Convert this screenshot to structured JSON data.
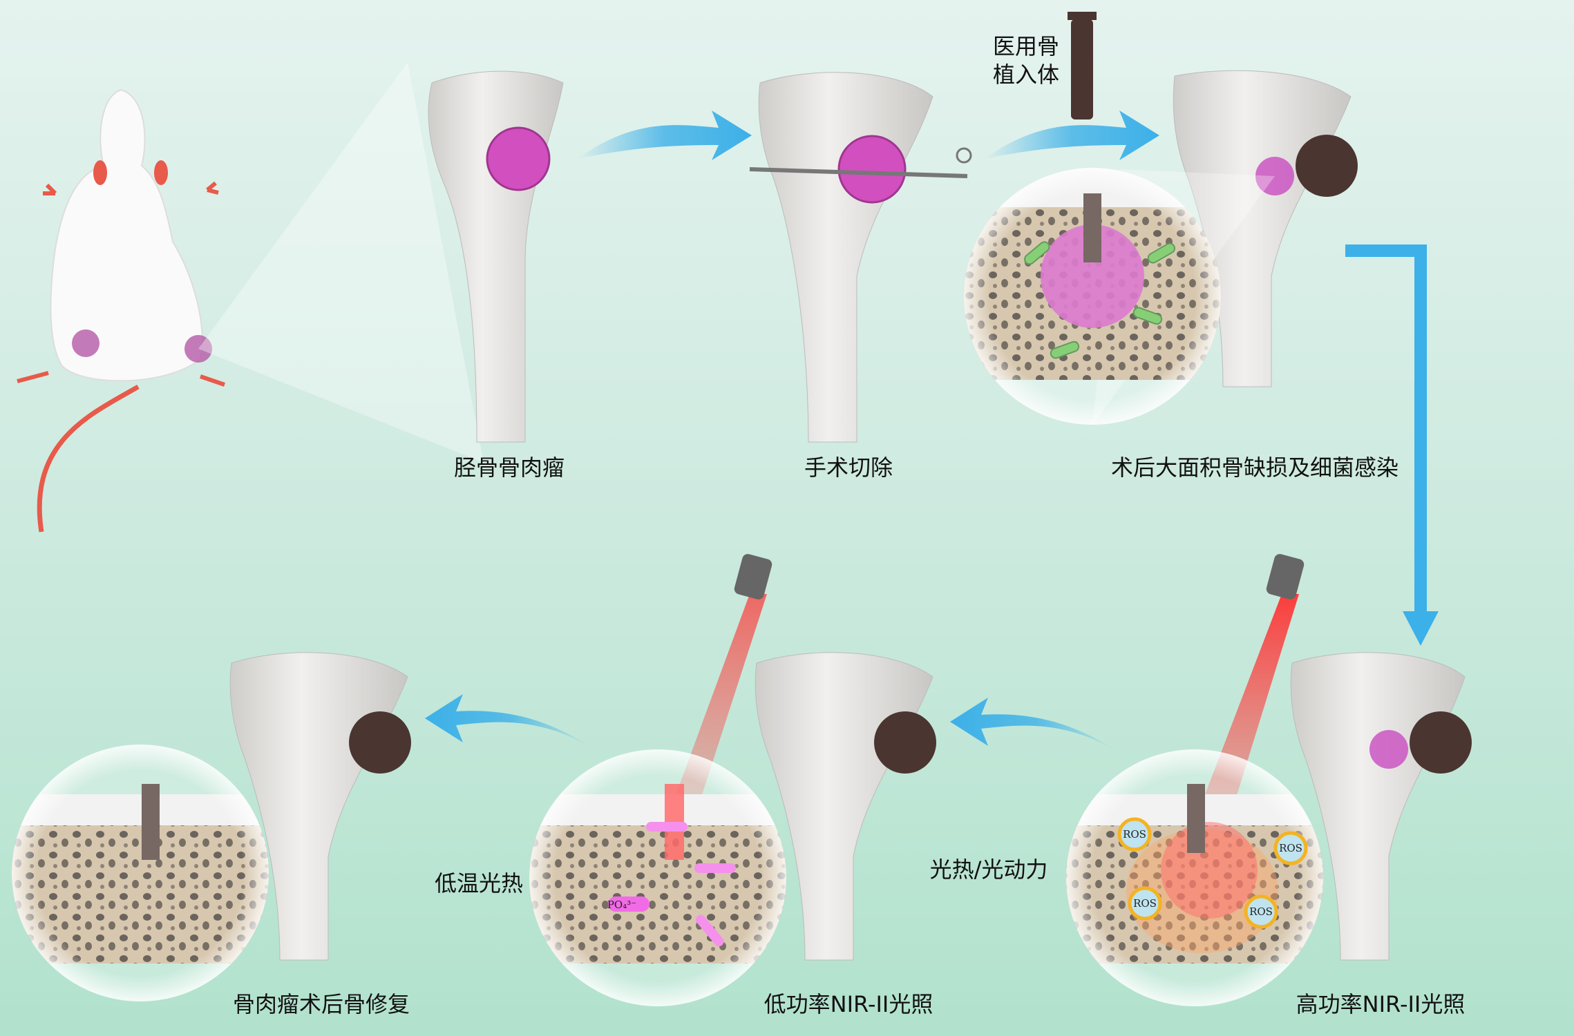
{
  "labels": {
    "step1": "胫骨骨肉瘤",
    "step2": "手术切除",
    "implant": [
      "医用骨",
      "植入体"
    ],
    "step3": "术后大面积骨缺损及细菌感染",
    "step4": "高功率NIR-II光照",
    "step4_effect": "光热/光动力",
    "step5": "低功率NIR-II光照",
    "step5_effect": "低温光热",
    "step6": "骨肉瘤术后骨修复"
  },
  "markers": {
    "ros": "ROS",
    "phosphate": "PO₄³⁻"
  },
  "colors": {
    "arrow": "#3cb0e8",
    "tumor": "#d24fc0",
    "implant": "#4a3530",
    "laser": "#ff2a2a",
    "bone": "#e8e6e2",
    "trabecular": "#c9b493"
  }
}
